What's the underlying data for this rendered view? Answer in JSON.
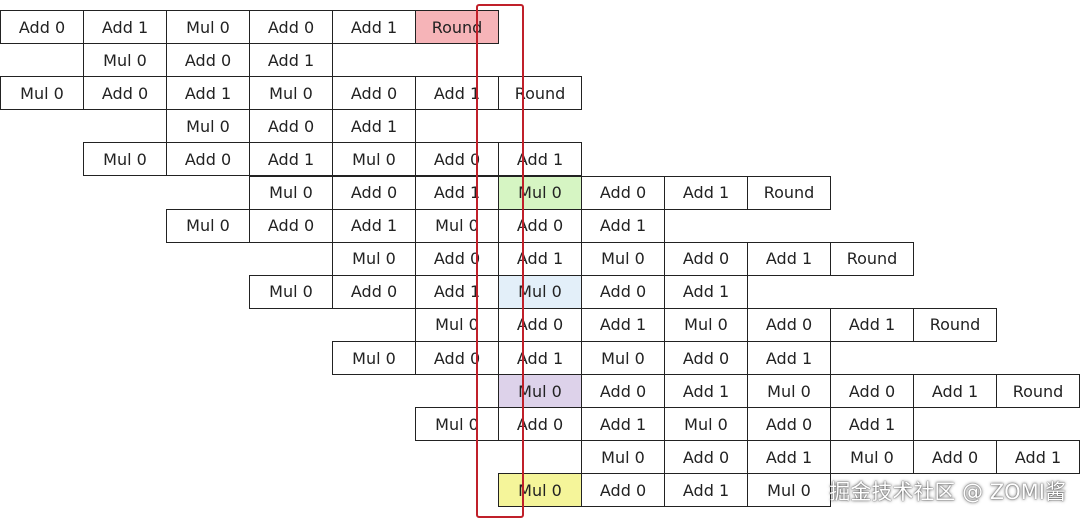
{
  "colors": {
    "border": "#222222",
    "highlight_red": "#f6b4b8",
    "highlight_green": "#d6f5c3",
    "highlight_blue": "#e3eff9",
    "highlight_purple": "#ddd2ea",
    "highlight_yellow": "#f5f59a",
    "annotation": "#c0202a"
  },
  "rows": [
    {
      "start": 0,
      "cells": [
        "Add 0",
        "Add 1",
        "Mul 0",
        "Add 0",
        "Add 1",
        "Round"
      ],
      "highlight": {
        "index": 5,
        "color": "highlight_red"
      }
    },
    {
      "start": 1,
      "cells": [
        "Mul 0",
        "Add 0",
        "Add 1"
      ]
    },
    {
      "start": 0,
      "cells": [
        "Mul 0",
        "Add 0",
        "Add 1",
        "Mul 0",
        "Add 0",
        "Add 1",
        "Round"
      ]
    },
    {
      "start": 2,
      "cells": [
        "Mul 0",
        "Add 0",
        "Add 1"
      ]
    },
    {
      "start": 1,
      "cells": [
        "Mul 0",
        "Add 0",
        "Add 1",
        "Mul 0",
        "Add 0",
        "Add 1"
      ]
    },
    {
      "start": 3,
      "cells": [
        "Mul 0",
        "Add 0",
        "Add 1",
        "Mul 0",
        "Add 0",
        "Add 1",
        "Round"
      ],
      "highlight": {
        "index": 3,
        "color": "highlight_green"
      }
    },
    {
      "start": 2,
      "cells": [
        "Mul 0",
        "Add 0",
        "Add 1",
        "Mul 0",
        "Add 0",
        "Add 1"
      ]
    },
    {
      "start": 4,
      "cells": [
        "Mul 0",
        "Add 0",
        "Add 1",
        "Mul 0",
        "Add 0",
        "Add 1",
        "Round"
      ]
    },
    {
      "start": 3,
      "cells": [
        "Mul 0",
        "Add 0",
        "Add 1",
        "Mul 0",
        "Add 0",
        "Add 1"
      ],
      "highlight": {
        "index": 3,
        "color": "highlight_blue"
      }
    },
    {
      "start": 5,
      "cells": [
        "Mul 0",
        "Add 0",
        "Add 1",
        "Mul 0",
        "Add 0",
        "Add 1",
        "Round"
      ]
    },
    {
      "start": 4,
      "cells": [
        "Mul 0",
        "Add 0",
        "Add 1",
        "Mul 0",
        "Add 0",
        "Add 1"
      ]
    },
    {
      "start": 6,
      "cells": [
        "Mul 0",
        "Add 0",
        "Add 1",
        "Mul 0",
        "Add 0",
        "Add 1",
        "Round"
      ],
      "highlight": {
        "index": 0,
        "color": "highlight_purple"
      }
    },
    {
      "start": 5,
      "cells": [
        "Mul 0",
        "Add 0",
        "Add 1",
        "Mul 0",
        "Add 0",
        "Add 1"
      ]
    },
    {
      "start": 7,
      "cells": [
        "Mul 0",
        "Add 0",
        "Add 1",
        "Mul 0",
        "Add 0",
        "Add 1"
      ]
    },
    {
      "start": 6,
      "cells": [
        "Mul 0",
        "Add 0",
        "Add 1",
        "Mul 0"
      ],
      "highlight": {
        "index": 0,
        "color": "highlight_yellow"
      }
    }
  ],
  "watermark": "掘金技术社区 @ ZOMI酱"
}
